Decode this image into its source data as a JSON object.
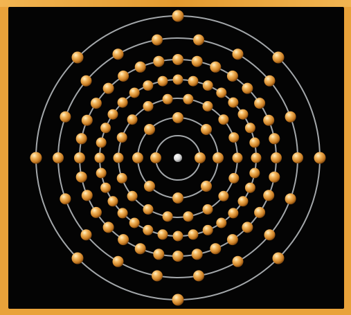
{
  "diagram": {
    "type": "bohr-electron-shell-model",
    "colors": {
      "frame": "#e9a23a",
      "background": "#040404",
      "orbit": "#bfc4c8",
      "electron": "#e2a247",
      "nucleus": "#e6e6e6"
    },
    "shells": [
      {
        "electrons": 2
      },
      {
        "electrons": 8
      },
      {
        "electrons": 18
      },
      {
        "electrons": 32
      },
      {
        "electrons": 32
      },
      {
        "electrons": 18
      },
      {
        "electrons": 8
      }
    ]
  }
}
